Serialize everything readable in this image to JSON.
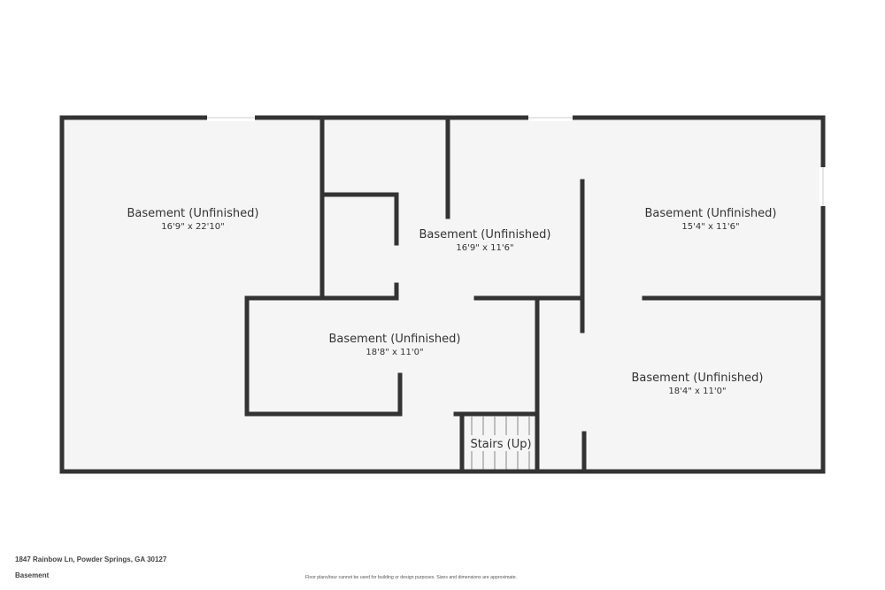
{
  "colors": {
    "wall": "#333333",
    "floor": "#f5f5f5",
    "window": "#ffffff",
    "text": "#333333"
  },
  "rooms": [
    {
      "name": "Basement (Unfinished)",
      "dims": "16'9\" x 22'10\""
    },
    {
      "name": "Basement (Unfinished)",
      "dims": "16'9\" x 11'6\""
    },
    {
      "name": "Basement (Unfinished)",
      "dims": "15'4\" x 11'6\""
    },
    {
      "name": "Basement (Unfinished)",
      "dims": "18'8\" x 11'0\""
    },
    {
      "name": "Basement (Unfinished)",
      "dims": "18'4\" x 11'0\""
    }
  ],
  "stairs": {
    "label": "Stairs (Up)"
  },
  "footer": {
    "address": "1847 Rainbow Ln, Powder Springs, GA 30127",
    "floor_label": "Basement",
    "disclaimer": "Floor plans/tour cannot be used for building or design purposes. Sizes and dimensions are approximate."
  }
}
